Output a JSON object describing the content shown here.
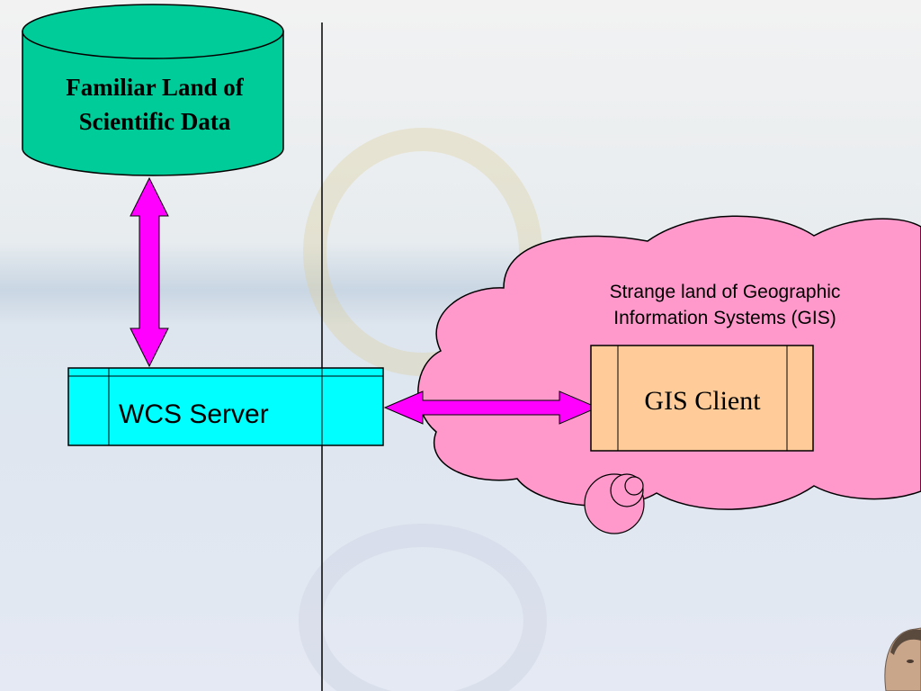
{
  "colors": {
    "database_fill": "#00cc99",
    "server_fill": "#00ffff",
    "cloud_fill": "#ff99cc",
    "client_fill": "#ffcc99",
    "arrow_fill": "#ff00ff",
    "background": "#e8edf2"
  },
  "database": {
    "label_line1": "Familiar Land of",
    "label_line2": "Scientific Data"
  },
  "server": {
    "label": "WCS Server"
  },
  "cloud": {
    "label_line1": "Strange land of Geographic",
    "label_line2": "Information Systems (GIS)"
  },
  "client": {
    "label": "GIS Client"
  },
  "icons": {
    "presenter_photo": "presenter-photo-icon",
    "decorative_ring": "ring-icon"
  }
}
